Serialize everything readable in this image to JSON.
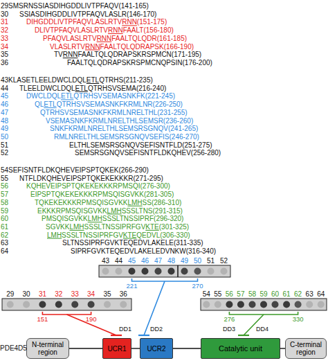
{
  "diagram": {
    "nodes": [
      {
        "text": [
          "N-terminal region"
        ]
      },
      {
        "text": [
          "UCR1"
        ]
      },
      {
        "text": [
          "UCR2"
        ]
      },
      {
        "text": [
          "Catalytic unit"
        ]
      },
      {
        "text": [
          "C-terminal region"
        ]
      }
    ],
    "edges": [
      {
        "from": 0,
        "to": 1,
        "arrow": "none"
      },
      {
        "from": 1,
        "to": 2,
        "arrow": "none"
      },
      {
        "from": 2,
        "to": 3,
        "arrow": "none"
      },
      {
        "from": 3,
        "to": 4,
        "arrow": "none"
      }
    ],
    "labels": [
      "29",
      "SMSRNSSIASDIHGDDLIVTPFAQV(141-165)",
      "30",
      "SSIASDIHGDDLIVTPFAQVLASLR(146-170)",
      "31",
      "DIHGDDLIVTPFAQVLASLRTVRNN(151-175)",
      "32",
      "DLIVTPFAQVLASLRTVRNNFAALT(156-180)",
      "33",
      "PFAQVLASLRTVRNNFAALTQLQDR(161-185)",
      "34",
      "VLASLRTVRNNFAALTQLQDRAPSK(166-190)",
      "35",
      "TVRNNFAALTQLQDRAPSKRSPMCN(171-195)",
      "36",
      "FAALTQLQDRAPSKRSPMCNQPSIN(176-200)",
      "43",
      "KLASETLEELDWCLDQLETLQTRHS(211-235)",
      "44",
      "TLEELDWCLDQLETLQTRHSVSEMA(216-240)",
      "45",
      "DWCLDQLETLQTRHSVSEMASNKFK(221-245)",
      "46",
      "QLETLQTRHSVSEMASNKFKRMLNR(226-250)",
      "47",
      "QTRHSVSEMASNKFKRMLNRELTHL(231-255)",
      "48",
      "VSEMASNKFKRMLNRELTHLSEMSR(236-260)",
      "49",
      "SNKFKRMLNRELTHLSEMSRSGNQV(241-265)",
      "50",
      "RMLNRELTHLSEMSRSGNQVSEFIS(246-270)",
      "51",
      "ELTHLSEMSRSGNQVSEFISNTFLD(251-275)",
      "52",
      "SEMSRSGNQVSEFISNTFLDKQHEV(256-280)",
      "54",
      "SEFISNTFLDKQHEVEIPSPTQKEK(266-290)",
      "55",
      "NTFLDKQHEVEIPSPTQKEKEKKKR(271-295)",
      "56",
      "KQHEVEIPSPTQKEKEKKKRPMSQI(276-300)",
      "57",
      "EIPSPTQKEKEKKKRPMSQISGVKK(281-305)",
      "58",
      "TQKEKEKKKRPMSQISGVKKLMHSS(286-310)",
      "59",
      "EKKKRPMSQISGVKKLMHSSSLTNS(291-315)",
      "60",
      "PMSQISGVKKLMHSSSLTNSSIPRF(296-320)",
      "61",
      "SGVKKLMHSSSLTNSSIPRFGVKTE(301-325)",
      "62",
      "LMHSSSLTNSSIPRFGVKTEQEDVL(306-330)",
      "63",
      "SLTNSSIPRFGVKTEQEDVLAKELE(311-335)",
      "64",
      "SIPRFGVKTEQEDVLAKELEDVNKW(316-340)",
      "43",
      "44",
      "45",
      "46",
      "47",
      "48",
      "49",
      "50",
      "51",
      "52",
      "29",
      "30",
      "31",
      "32",
      "33",
      "34",
      "35",
      "36",
      "54",
      "55",
      "56",
      "57",
      "58",
      "59",
      "60",
      "61",
      "62",
      "63",
      "64",
      "221",
      "270",
      "151",
      "190",
      "276",
      "330",
      "DD1",
      "DD2",
      "DD3",
      "DD4",
      "PDE4D5"
    ]
  }
}
